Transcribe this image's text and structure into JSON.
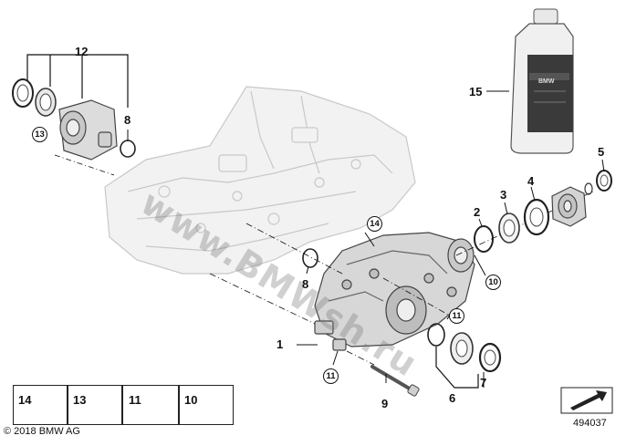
{
  "diagram": {
    "callouts": {
      "c1": "1",
      "c2": "2",
      "c3": "3",
      "c4": "4",
      "c5": "5",
      "c6": "6",
      "c7": "7",
      "c8a": "8",
      "c8b": "8",
      "c9": "9",
      "c12": "12",
      "c15": "15"
    },
    "circled": {
      "r13": "13",
      "r14": "14",
      "r10": "10",
      "r11a": "11",
      "r11b": "11"
    },
    "legend": [
      {
        "label": "14"
      },
      {
        "label": "13"
      },
      {
        "label": "11"
      },
      {
        "label": "10"
      }
    ],
    "watermark": "www.BMWsh.ru",
    "copyright": "© 2018 BMW AG",
    "diagram_number": "494037",
    "oil_label": "BMW"
  }
}
